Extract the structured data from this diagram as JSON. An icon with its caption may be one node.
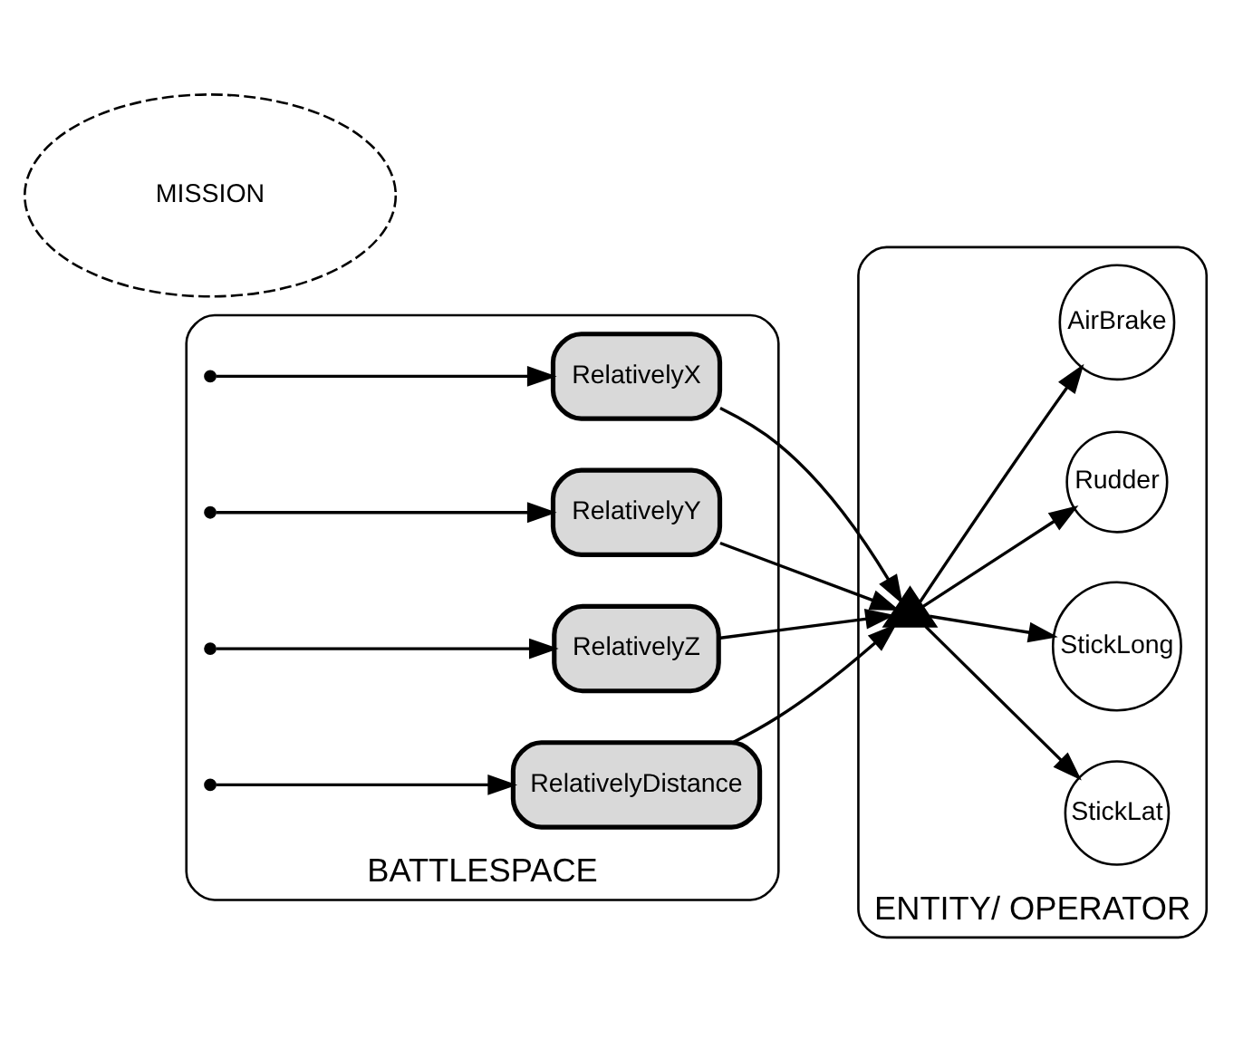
{
  "diagram": {
    "nodes": [
      {
        "text": [
          "BATTLESPACE"
        ]
      },
      {
        "text": [
          "RelativelyX"
        ],
        "in": 0
      },
      {
        "text": [
          "RelativelyY"
        ],
        "in": 0
      },
      {
        "text": [
          "RelativelyZ"
        ],
        "in": 0
      },
      {
        "text": [
          "RelativelyDistance"
        ],
        "in": 0
      },
      {
        "text": [
          "ENTITY/ OPERATOR"
        ]
      },
      {
        "text": [],
        "shape": "triangle",
        "in": 5
      },
      {
        "text": [
          "StickLat"
        ],
        "in": 5
      },
      {
        "text": [
          "StickLong"
        ],
        "in": 5
      },
      {
        "text": [
          "Rudder"
        ],
        "in": 5
      },
      {
        "text": [
          "AirBrake"
        ],
        "in": 5
      },
      {
        "text": [
          "MISSION"
        ]
      }
    ],
    "edges": [
      {
        "from": null,
        "to": 1,
        "arrow": "to"
      },
      {
        "from": null,
        "to": 2,
        "arrow": "to"
      },
      {
        "from": null,
        "to": 3,
        "arrow": "to"
      },
      {
        "from": null,
        "to": 4,
        "arrow": "to"
      },
      {
        "from": 1,
        "to": 6,
        "arrow": "to"
      },
      {
        "from": 2,
        "to": 6,
        "arrow": "to"
      },
      {
        "from": 3,
        "to": 6,
        "arrow": "to"
      },
      {
        "from": 4,
        "to": 6,
        "arrow": "to"
      },
      {
        "from": 6,
        "to": 7,
        "arrow": "to"
      },
      {
        "from": 6,
        "to": 8,
        "arrow": "to"
      },
      {
        "from": 6,
        "to": 9,
        "arrow": "to"
      },
      {
        "from": 6,
        "to": 10,
        "arrow": "to"
      }
    ]
  }
}
